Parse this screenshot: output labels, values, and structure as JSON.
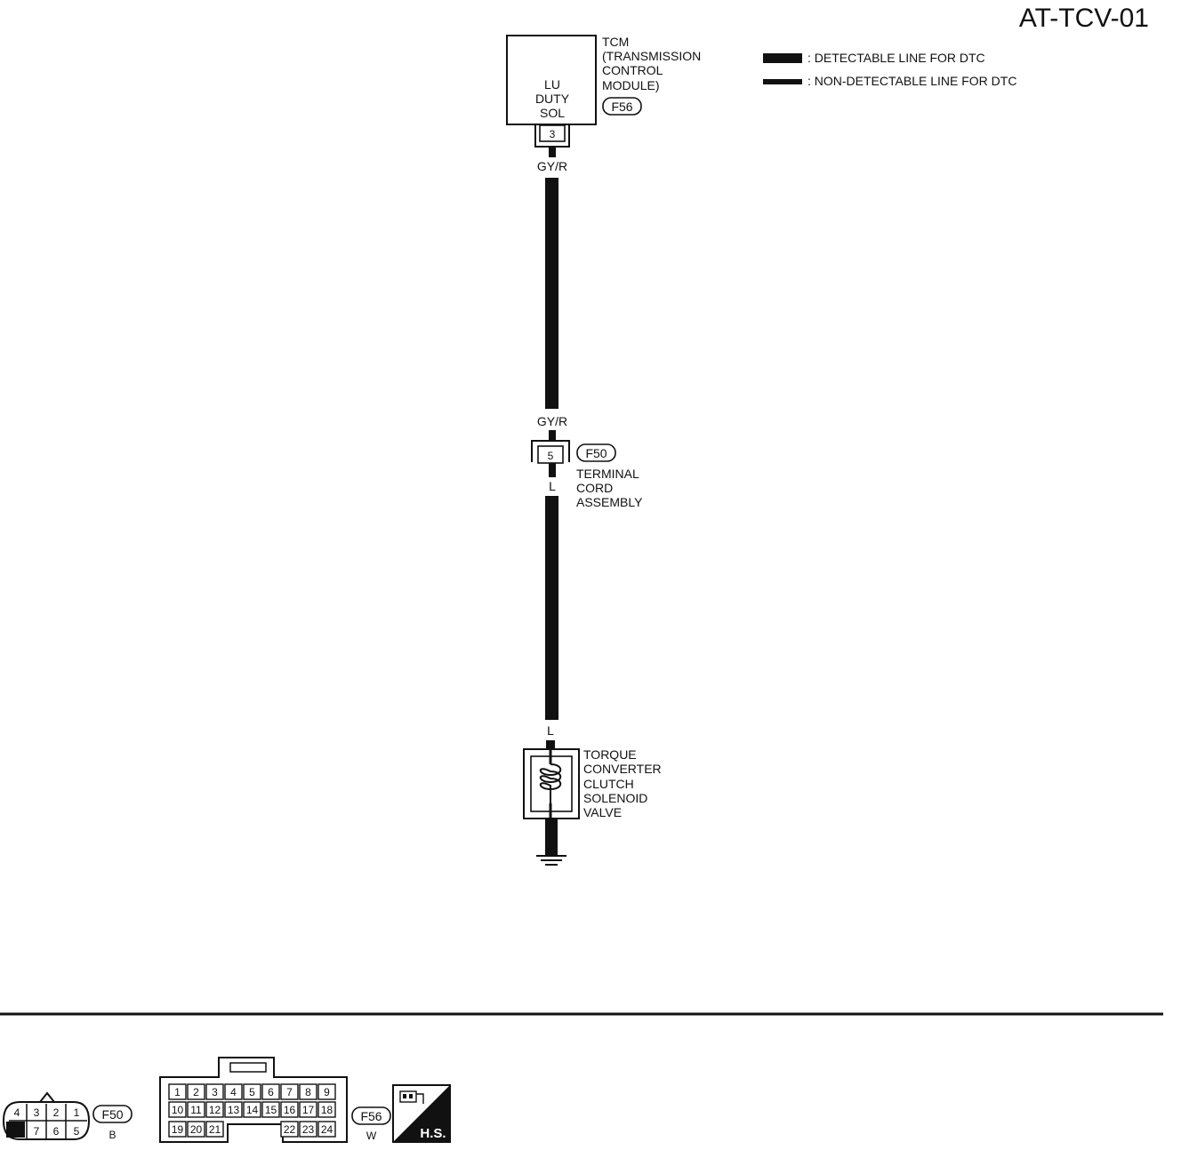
{
  "diagram_id": "AT-TCV-01",
  "legend": [
    {
      "label": ": DETECTABLE LINE FOR DTC"
    },
    {
      "label": ": NON-DETECTABLE LINE FOR DTC"
    }
  ],
  "tcm": {
    "title": [
      "TCM",
      "(TRANSMISSION",
      "CONTROL",
      "MODULE)"
    ],
    "inner_label": [
      "LU",
      "DUTY",
      "SOL"
    ],
    "connector_id": "F56",
    "terminal": "3"
  },
  "wires": {
    "upper_top_color": "GY/R",
    "upper_bottom_color": "GY/R",
    "lower_top_color": "L",
    "lower_bottom_color": "L"
  },
  "terminal_cord": {
    "connector_id": "F50",
    "terminal": "5",
    "label": [
      "TERMINAL",
      "CORD",
      "ASSEMBLY"
    ]
  },
  "solenoid": {
    "label": [
      "TORQUE",
      "CONVERTER",
      "CLUTCH",
      "SOLENOID",
      "VALVE"
    ]
  },
  "connectors_bottom": [
    {
      "id": "F50",
      "color": "B",
      "top_pins": [
        "4",
        "3",
        "2",
        "1"
      ],
      "bottom_pins": [
        "7",
        "6",
        "5"
      ]
    },
    {
      "id": "F56",
      "color": "W",
      "row1": [
        "1",
        "2",
        "3",
        "4",
        "5",
        "6",
        "7",
        "8",
        "9"
      ],
      "row2": [
        "10",
        "11",
        "12",
        "13",
        "14",
        "15",
        "16",
        "17",
        "18"
      ],
      "row3_left": [
        "19",
        "20",
        "21"
      ],
      "row3_right": [
        "22",
        "23",
        "24"
      ]
    }
  ],
  "hs_badge": {
    "label": "H.S."
  }
}
